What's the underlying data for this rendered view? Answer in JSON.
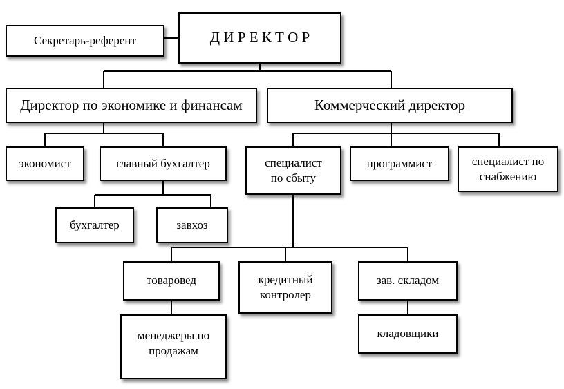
{
  "boxes": {
    "director": "Д И Р Е К Т О Р",
    "secretary": "Секретарь-референт",
    "econ_director": "Директор по экономике и финансам",
    "commercial_director": "Коммерческий директор",
    "economist": "экономист",
    "chief_accountant": "главный бухгалтер",
    "accountant": "бухгалтер",
    "supply_manager": "завхоз",
    "sales_specialist": "специалист\nпо сбыту",
    "programmer": "программист",
    "procurement_specialist": "специалист по\nснабжению",
    "merchandiser": "товаровед",
    "credit_controller": "кредитный\nконтролер",
    "warehouse_head": "зав. складом",
    "sales_managers": "менеджеры по\nпродажам",
    "storekeepers": "кладовщики"
  }
}
